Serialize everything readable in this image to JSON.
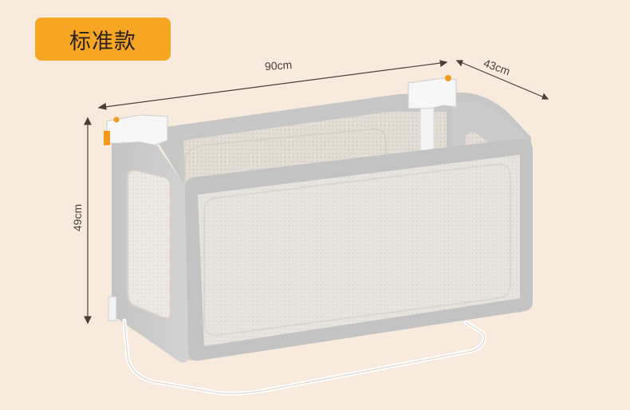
{
  "badge": {
    "label": "标准款"
  },
  "dimensions": {
    "width": "90cm",
    "depth": "43cm",
    "height": "49cm"
  },
  "colors": {
    "background": "#f8ebdd",
    "badge": "#f6a623",
    "frame": "#c9c9c9",
    "mesh": "#e7e4e0",
    "accent": "#f39a1e"
  }
}
